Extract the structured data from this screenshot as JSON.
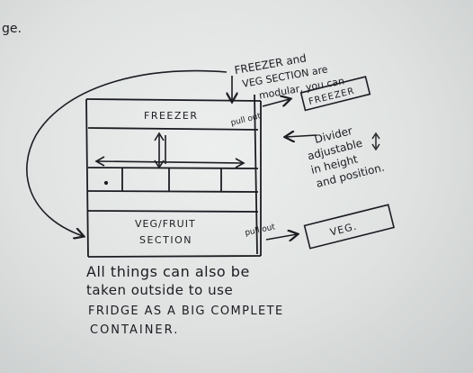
{
  "page_fragment": "ge.",
  "notes": {
    "modular_note": [
      "FREEZER and",
      "VEG SECTION are",
      "modular, you can"
    ],
    "divider_note": [
      "Divider",
      "adjustable",
      "in height",
      "and position."
    ],
    "bottom_note": [
      "All things can also be",
      "taken outside to use",
      "FRIDGE AS A BIG COMPLETE",
      "CONTAINER."
    ]
  },
  "fridge": {
    "freezer_label": "FREEZER",
    "veg_label": [
      "VEG/FRUIT",
      "SECTION"
    ],
    "freezer_pullout": "pull out",
    "veg_pullout": "pull out"
  },
  "drawers": {
    "freezer_box": "FREEZER",
    "veg_box": "VEG."
  },
  "colors": {
    "ink": "#1c1c22",
    "paper": "#e6e9e8"
  }
}
